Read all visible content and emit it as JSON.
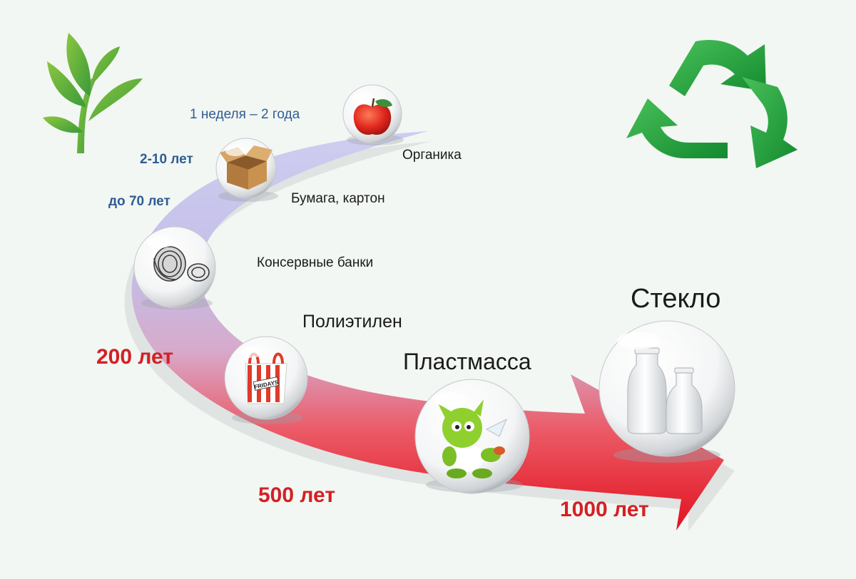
{
  "durations": {
    "organic": "1 неделя – 2 года",
    "paper": "2-10 лет",
    "cans": "до 70 лет",
    "polyethylene": "200 лет",
    "plastic": "500 лет",
    "glass": "1000 лет"
  },
  "materials": {
    "organic": "Органика",
    "paper": "Бумага, картон",
    "cans": "Консервные банки",
    "polyethylene": "Полиэтилен",
    "plastic": "Пластмасса",
    "glass": "Стекло"
  },
  "bag_brand": "FRIDAYS",
  "icons": {
    "plant": "sprout-icon",
    "recycle": "recycle-icon",
    "apple": "apple-icon",
    "box": "cardboard-box-icon",
    "cans": "tin-cans-icon",
    "bag": "plastic-bag-icon",
    "toy": "plastic-toy-icon",
    "bottles": "glass-bottles-icon"
  },
  "colors": {
    "background": "#f2f7f3",
    "arrow_start": "#c9c8ec",
    "arrow_end": "#e3121f",
    "blue_text": "#2f5c93",
    "red_text": "#d42024",
    "green": "#3aa33d"
  }
}
